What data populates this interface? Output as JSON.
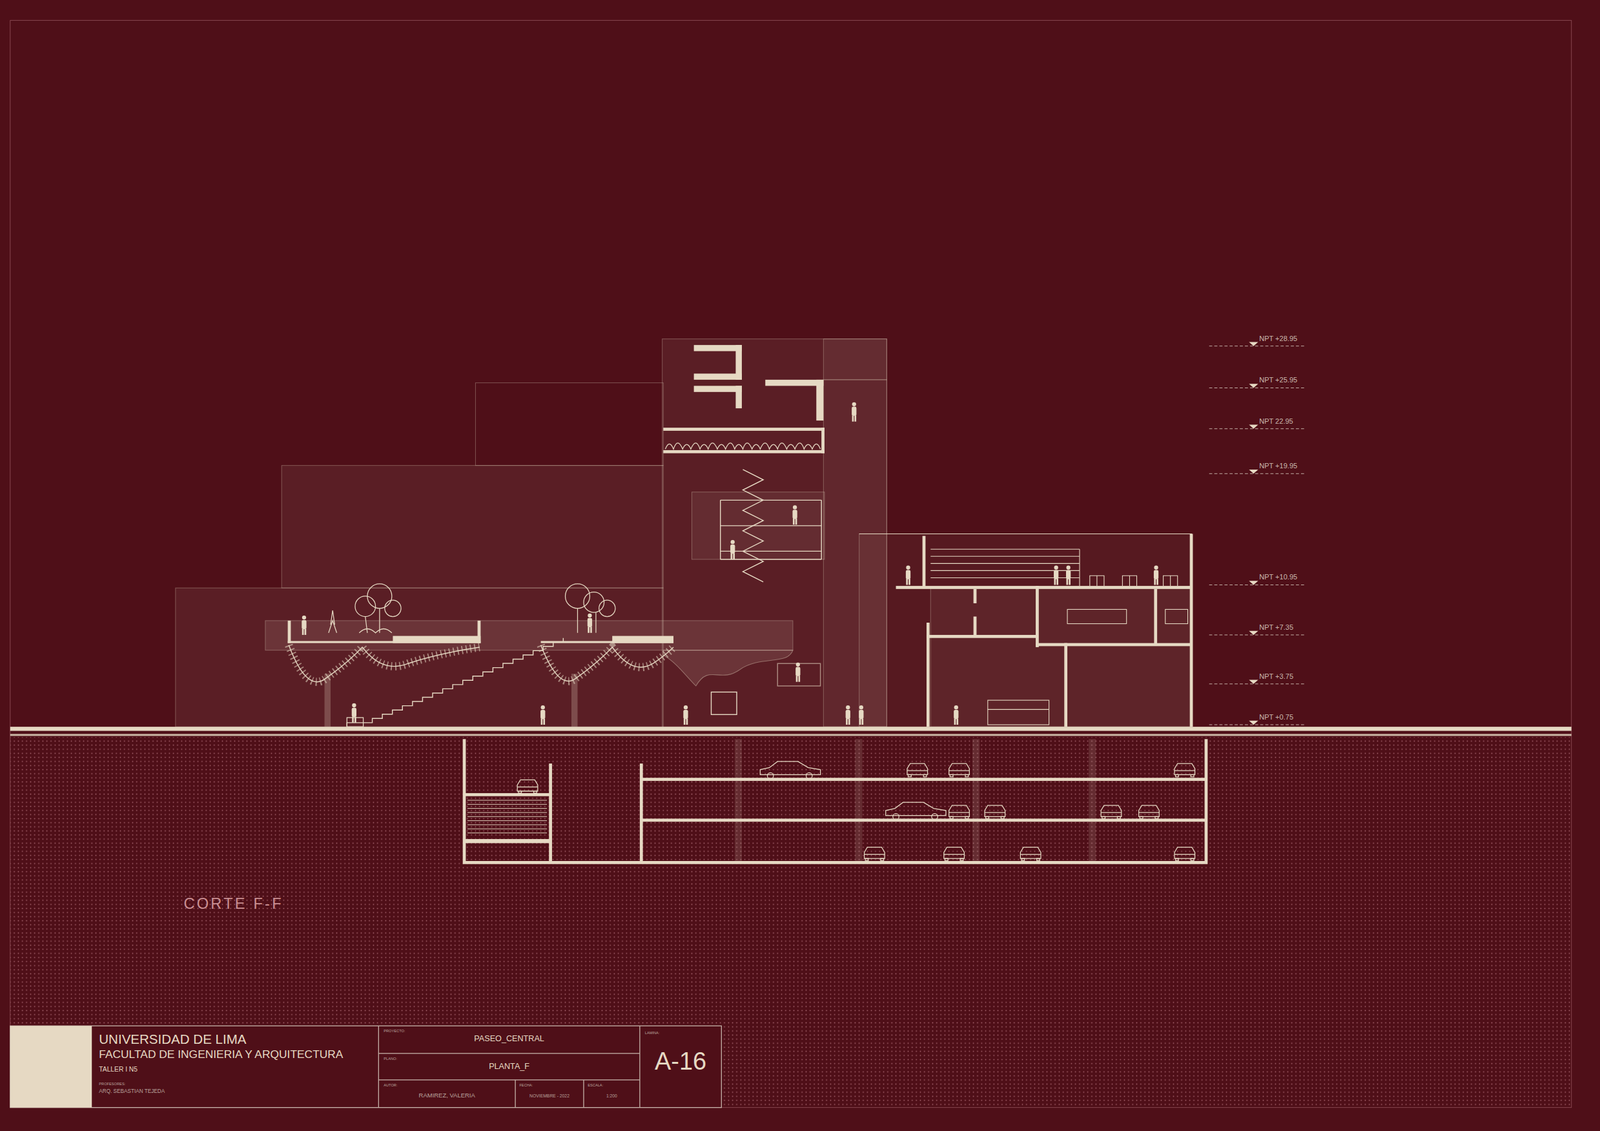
{
  "diagram": {
    "nodes": [
      {
        "text": [
          "UNIVERSIDAD DE LIMA",
          "FACULTAD DE INGENIERIA Y ARQUITECTURA",
          "TALLER I N5",
          "PROFESORES:",
          "ARQ. SEBASTIAN TEJEDA"
        ]
      },
      {
        "text": [
          "PROYECTO:",
          "PASEO_CENTRAL"
        ]
      },
      {
        "text": [
          "PLANO:",
          "PLANTA_F"
        ]
      },
      {
        "text": [
          "AUTOR:",
          "RAMIREZ, VALERIA"
        ]
      },
      {
        "text": [
          "FECHA:",
          "NOVIEMBRE - 2022"
        ]
      },
      {
        "text": [
          "ESCALA:",
          "1:200"
        ]
      },
      {
        "text": [
          "LAMINA:",
          "A-16"
        ]
      }
    ],
    "labels": [
      "NPT +28.95",
      "NPT +25.95",
      "NPT 22.95",
      "NPT +19.95",
      "NPT +10.95",
      "NPT +7.35",
      "NPT +3.75",
      "NPT +0.75",
      "CORTE F-F"
    ]
  }
}
